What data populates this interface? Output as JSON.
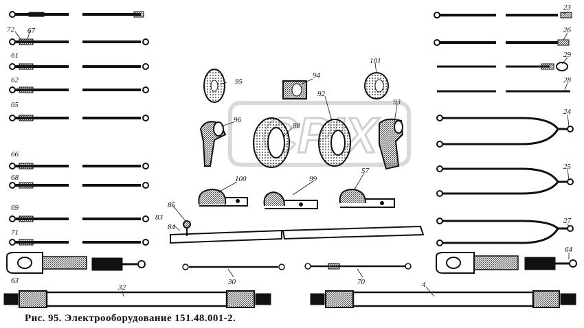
{
  "caption": "Рис. 95. Электрооборудование 151.48.001-2.",
  "watermark": "CPIX",
  "colors": {
    "ink": "#111111",
    "paper": "#ffffff",
    "watermark": "#bbbbbb"
  },
  "callouts": {
    "left": [
      "72",
      "67",
      "61",
      "62",
      "65",
      "66",
      "68",
      "69",
      "71",
      "63"
    ],
    "right": [
      "23",
      "26",
      "29",
      "28",
      "24",
      "25",
      "27",
      "64"
    ],
    "center": [
      "95",
      "94",
      "101",
      "92",
      "93",
      "96",
      "88",
      "100",
      "99",
      "57",
      "85",
      "83",
      "84",
      "30",
      "70"
    ],
    "bottom": [
      "32",
      "4"
    ]
  }
}
